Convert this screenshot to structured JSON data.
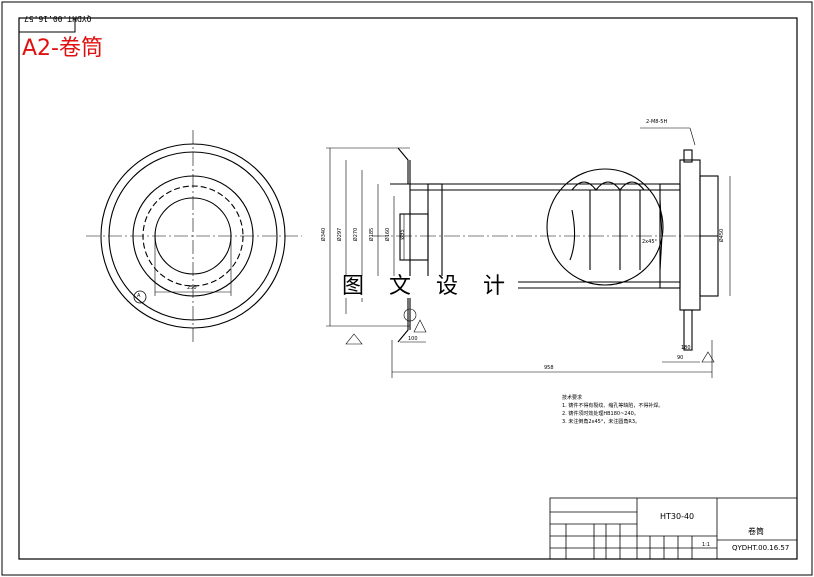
{
  "sheet": {
    "title": "A2-卷筒",
    "code_rotated": "QYDHT.00.16.57",
    "watermark": "图 文 设 计"
  },
  "dimensions": {
    "section_label": "A",
    "detail_label": "I",
    "bottom_left": "250",
    "bottom_mid": "100",
    "length_total": "958",
    "right_a": "180",
    "right_b": "90",
    "chamfer": "2x45°",
    "top_note": "2-M8-5H",
    "left_stack": [
      "Ø340",
      "Ø297",
      "Ø270",
      "Ø185",
      "Ø160",
      "Ø95"
    ],
    "right_vertical": "Ø450"
  },
  "notes": {
    "heading": "技术要求",
    "lines": [
      "1. 铸件不得有裂纹、缩孔等缺陷，不得补焊。",
      "2. 铸件须时效处理HB180~240。",
      "3. 未注倒角2x45°，未注圆角R3。"
    ]
  },
  "title_block": {
    "model": "HT30-40",
    "part_name": "卷筒",
    "drawing_code": "QYDHT.00.16.57",
    "scale": "1:1"
  }
}
